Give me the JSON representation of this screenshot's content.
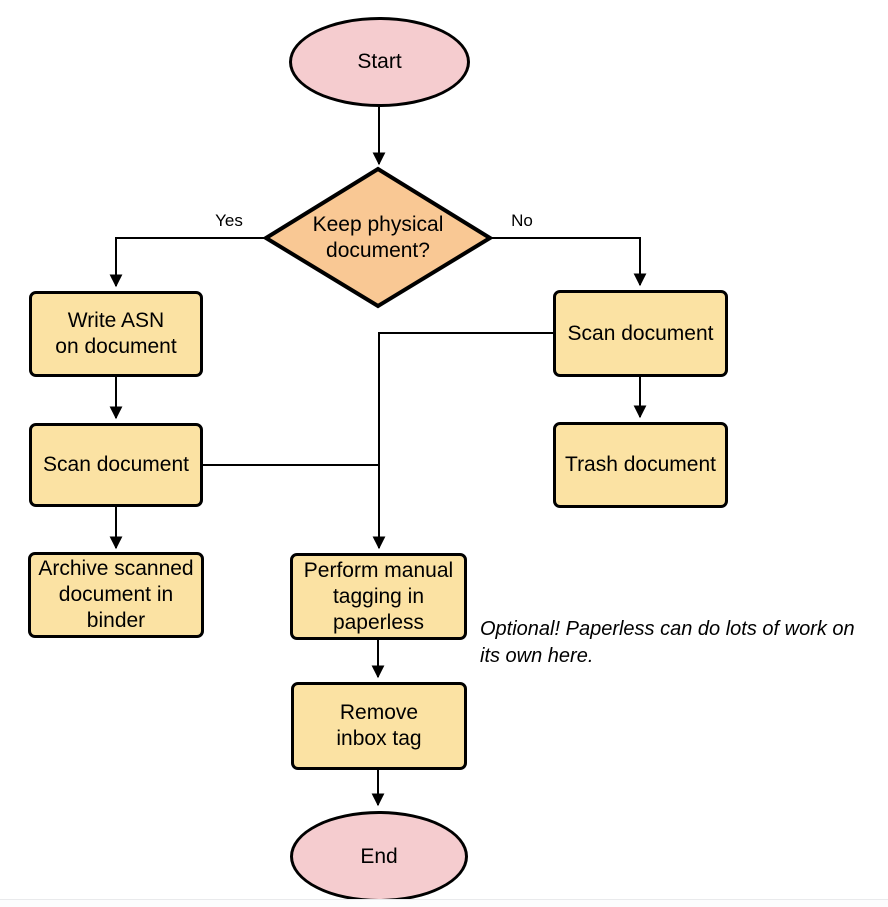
{
  "colors": {
    "canvas-bg": "#ffffff",
    "terminal-fill": "#f5cccf",
    "decision-fill": "#f9c894",
    "process-fill": "#fbe2a3",
    "stroke": "#000000",
    "text": "#000000",
    "bottom-divider": "#e9eaec"
  },
  "nodes": {
    "start": {
      "type": "terminal",
      "label": "Start"
    },
    "decision": {
      "type": "decision",
      "label": "Keep physical\ndocument?"
    },
    "write_asn": {
      "type": "process",
      "label": "Write ASN\non document"
    },
    "scan_left": {
      "type": "process",
      "label": "Scan document"
    },
    "archive": {
      "type": "process",
      "label": "Archive scanned\ndocument in\nbinder"
    },
    "scan_right": {
      "type": "process",
      "label": "Scan document"
    },
    "trash": {
      "type": "process",
      "label": "Trash document"
    },
    "tagging": {
      "type": "process",
      "label": "Perform manual\ntagging in\npaperless"
    },
    "remove_inbox": {
      "type": "process",
      "label": "Remove\ninbox tag"
    },
    "end": {
      "type": "terminal",
      "label": "End"
    }
  },
  "edge_labels": {
    "yes": "Yes",
    "no": "No"
  },
  "note": {
    "text": "Optional! Paperless can do lots of work on\nits own here."
  }
}
